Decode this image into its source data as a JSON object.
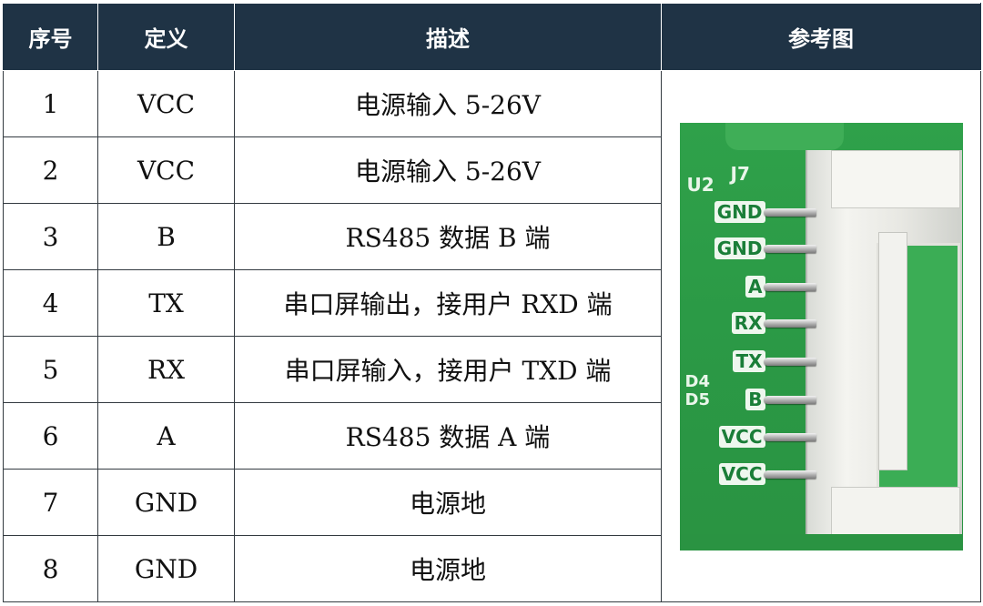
{
  "table": {
    "headers": {
      "index": "序号",
      "definition": "定义",
      "description": "描述",
      "reference": "参考图"
    },
    "rows": [
      {
        "index": "1",
        "definition": "VCC",
        "description": "电源输入 5-26V"
      },
      {
        "index": "2",
        "definition": "VCC",
        "description": "电源输入 5-26V"
      },
      {
        "index": "3",
        "definition": "B",
        "description": "RS485 数据 B 端"
      },
      {
        "index": "4",
        "definition": "TX",
        "description": "串口屏输出，接用户 RXD 端"
      },
      {
        "index": "5",
        "definition": "RX",
        "description": "串口屏输入，接用户 TXD 端"
      },
      {
        "index": "6",
        "definition": "A",
        "description": "RS485 数据 A 端"
      },
      {
        "index": "7",
        "definition": "GND",
        "description": "电源地"
      },
      {
        "index": "8",
        "definition": "GND",
        "description": "电源地"
      }
    ]
  },
  "photo": {
    "silkscreen": {
      "u2": "U2",
      "j7": "J7",
      "d4": "D4",
      "d5": "D5"
    },
    "pins": [
      "GND",
      "GND",
      "A",
      "RX",
      "TX",
      "B",
      "VCC",
      "VCC"
    ],
    "colors": {
      "header_bg": "#1f3345",
      "pcb_green": "#2b9a46",
      "connector_white": "#f4f4f0"
    }
  }
}
